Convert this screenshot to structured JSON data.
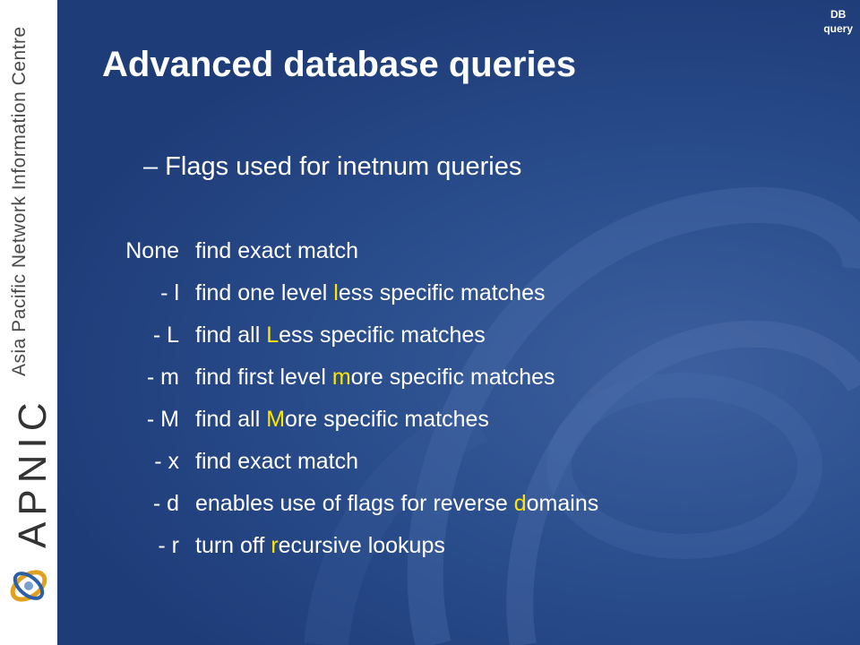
{
  "sidebar": {
    "org_name": "Asia Pacific Network Information Centre",
    "logo_text": "APNIC"
  },
  "corner_label": {
    "line1": "DB",
    "line2": "query"
  },
  "title": "Advanced database queries",
  "subtitle": "– Flags used for inetnum queries",
  "colors": {
    "background": "#1f3f7a",
    "highlight": "#ffe500",
    "text": "#ffffff"
  },
  "flags": [
    {
      "flag": "None",
      "pre": "find exact match",
      "hl": "",
      "post": ""
    },
    {
      "flag": "- l",
      "pre": "find one level ",
      "hl": "l",
      "post": "ess specific matches"
    },
    {
      "flag": "- L",
      "pre": "find all ",
      "hl": "L",
      "post": "ess specific matches"
    },
    {
      "flag": "- m",
      "pre": "find first level ",
      "hl": "m",
      "post": "ore specific matches"
    },
    {
      "flag": "- M",
      "pre": "find all ",
      "hl": "M",
      "post": "ore specific matches"
    },
    {
      "flag": "- x",
      "pre": "find exact match",
      "hl": "",
      "post": ""
    },
    {
      "flag": "- d",
      "pre": "enables use of flags for reverse ",
      "hl": "d",
      "post": "omains"
    },
    {
      "flag": "- r",
      "pre": "turn off ",
      "hl": "r",
      "post": "ecursive lookups"
    }
  ]
}
